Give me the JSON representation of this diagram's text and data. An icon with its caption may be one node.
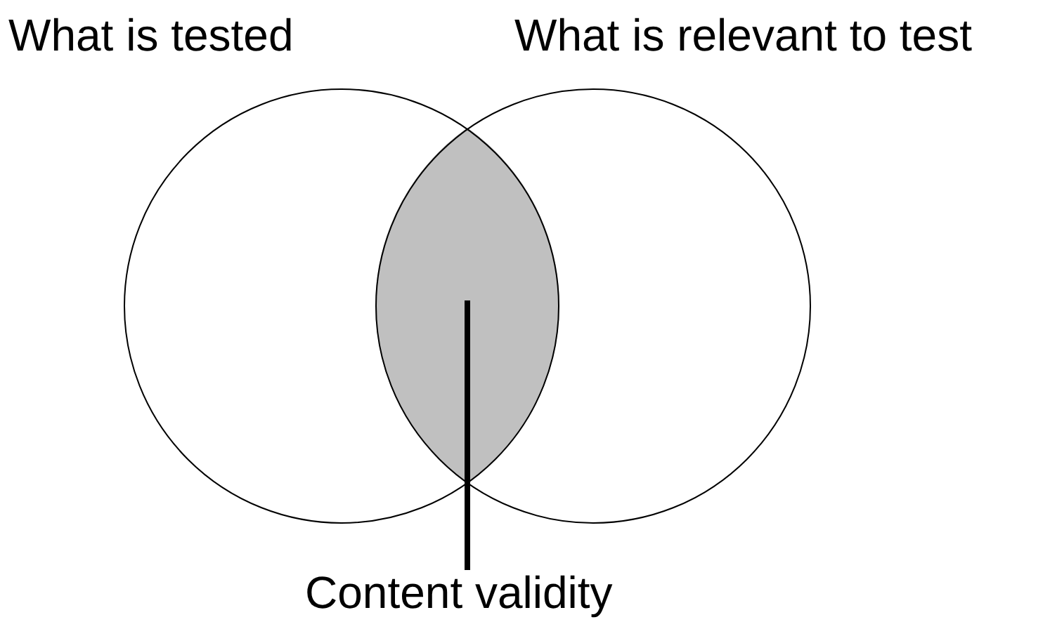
{
  "diagram": {
    "nodes": [
      {
        "text": [
          "What is tested"
        ]
      },
      {
        "text": [
          "What is relevant to test"
        ]
      },
      {
        "text": [],
        "shape": "lens"
      },
      {
        "text": [
          "Content validity"
        ]
      }
    ],
    "edges": [
      {
        "from": 3,
        "to": 2,
        "arrow": "none"
      }
    ]
  }
}
